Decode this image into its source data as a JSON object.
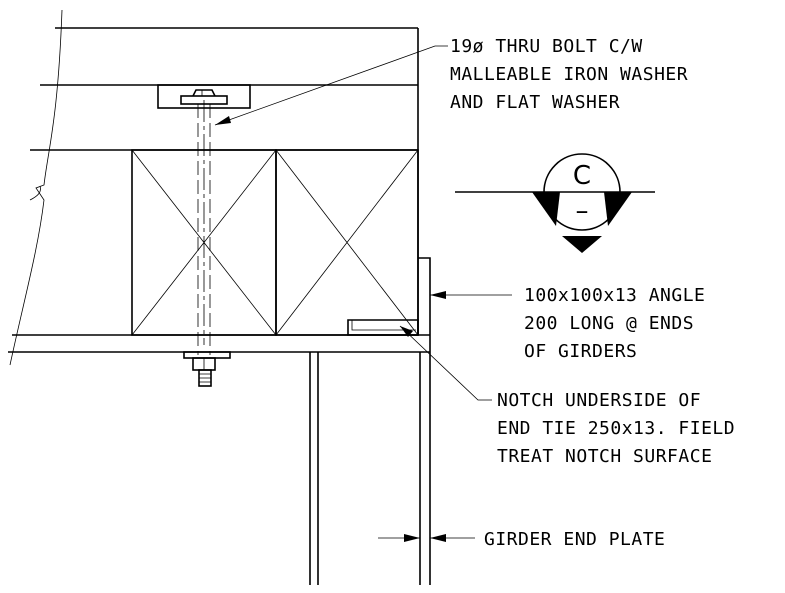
{
  "callouts": {
    "bolt": [
      "19ø THRU BOLT C/W",
      "MALLEABLE IRON WASHER",
      "AND FLAT WASHER"
    ],
    "angle": [
      "100x100x13 ANGLE",
      "200 LONG @ ENDS",
      "OF GIRDERS"
    ],
    "notch": [
      "NOTCH UNDERSIDE OF",
      "END TIE 250x13. FIELD",
      "TREAT NOTCH SURFACE"
    ],
    "plate": [
      "GIRDER END PLATE"
    ]
  },
  "section_marker": {
    "letter": "C",
    "sub": "–"
  }
}
